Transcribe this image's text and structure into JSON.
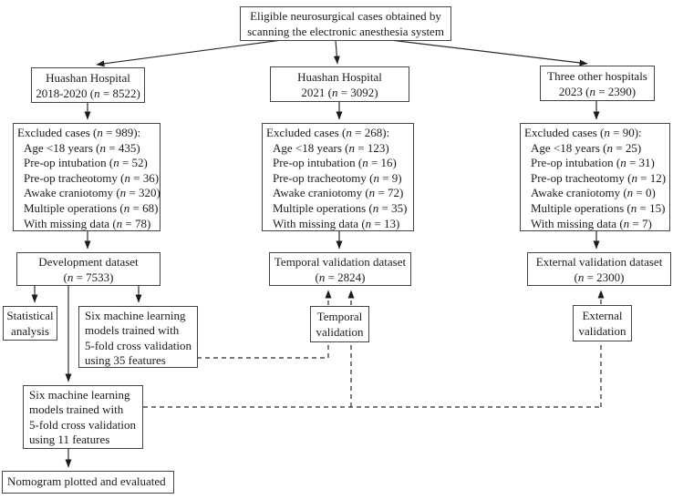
{
  "flowchart": {
    "top_box": {
      "line1": "Eligible neurosurgical cases obtained by",
      "line2": "scanning the electronic anesthesia system"
    },
    "columns": [
      {
        "source": {
          "line1": "Huashan Hospital",
          "line2": "2018-2020 (n = 8522)"
        },
        "excluded": {
          "title": "Excluded cases (n = 989):",
          "items": [
            "Age <18 years (n = 435)",
            "Pre-op intubation (n = 52)",
            "Pre-op tracheotomy (n = 36)",
            "Awake craniotomy (n = 320)",
            "Multiple operations (n = 68)",
            "With missing data (n = 78)"
          ]
        },
        "dataset": {
          "line1": "Development dataset",
          "line2": "(n = 7533)"
        }
      },
      {
        "source": {
          "line1": "Huashan Hospital",
          "line2": "2021 (n = 3092)"
        },
        "excluded": {
          "title": "Excluded cases (n = 268):",
          "items": [
            "Age <18 years (n = 123)",
            "Pre-op intubation (n = 16)",
            "Pre-op tracheotomy (n = 9)",
            "Awake craniotomy (n = 72)",
            "Multiple operations (n = 35)",
            "With missing data (n = 13)"
          ]
        },
        "dataset": {
          "line1": "Temporal validation dataset",
          "line2": "(n = 2824)"
        }
      },
      {
        "source": {
          "line1": "Three other hospitals",
          "line2": "2023 (n = 2390)"
        },
        "excluded": {
          "title": "Excluded cases (n = 90):",
          "items": [
            "Age <18 years (n = 25)",
            "Pre-op intubation (n = 31)",
            "Pre-op tracheotomy (n = 12)",
            "Awake craniotomy (n = 0)",
            "Multiple operations (n = 15)",
            "With missing data (n = 7)"
          ]
        },
        "dataset": {
          "line1": "External validation dataset",
          "line2": "(n = 2300)"
        }
      }
    ],
    "statistical_analysis": {
      "line1": "Statistical",
      "line2": "analysis"
    },
    "ml_35": {
      "lines": [
        "Six machine learning",
        "models trained with",
        "5-fold cross validation",
        "using 35 features"
      ]
    },
    "temporal_validation": {
      "line1": "Temporal",
      "line2": "validation"
    },
    "external_validation": {
      "line1": "External",
      "line2": "validation"
    },
    "ml_11": {
      "lines": [
        "Six machine learning",
        "models trained with",
        "5-fold cross validation",
        "using 11 features"
      ]
    },
    "nomogram": "Nomogram plotted and evaluated"
  }
}
